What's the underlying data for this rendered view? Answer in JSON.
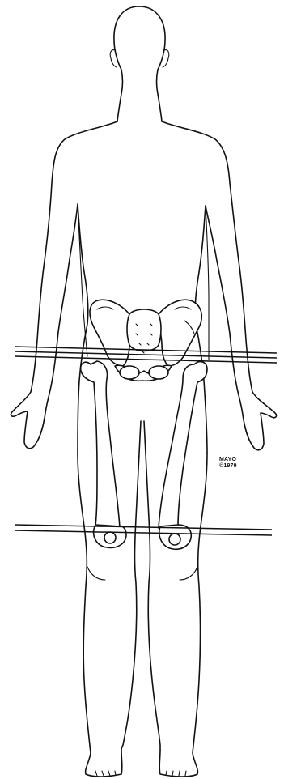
{
  "figure": {
    "subject": "anterior-body-outline-with-pelvis-and-femurs",
    "stroke_color": "#111111",
    "background_color": "#ffffff"
  },
  "copyright": {
    "line1": "MAYO",
    "line2": "©1979"
  }
}
